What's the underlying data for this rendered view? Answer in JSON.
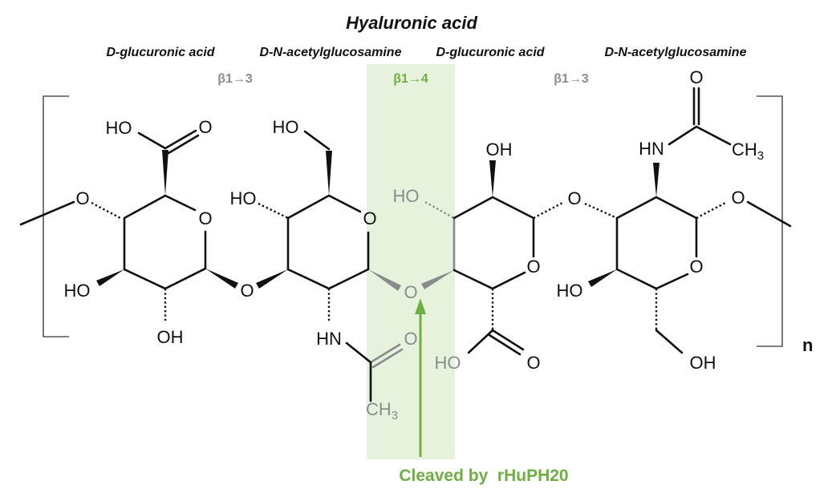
{
  "title": "Hyaluronic acid",
  "residues": [
    {
      "label": "D-glucuronic acid"
    },
    {
      "label": "D-N-acetylglucosamine"
    },
    {
      "label": "D-glucuronic acid"
    },
    {
      "label": "D-N-acetylglucosamine"
    }
  ],
  "linkages": [
    {
      "label": "β1→3",
      "highlighted": false
    },
    {
      "label": "β1→4",
      "highlighted": true
    },
    {
      "label": "β1→3",
      "highlighted": false
    }
  ],
  "atoms": {
    "oh": "OH",
    "ho": "HO",
    "o": "O",
    "hn": "HN",
    "ch": "CH",
    "three": "3"
  },
  "repeat_label": "n",
  "cleavage_label": "Cleaved by  rHuPH20",
  "colors": {
    "highlight_band": "#e6f2dc",
    "highlight_text": "#6fae43",
    "linkage_gray": "#8c8c8c"
  }
}
